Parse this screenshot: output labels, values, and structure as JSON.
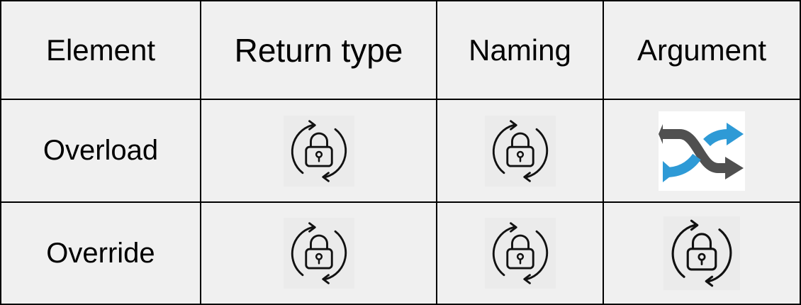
{
  "table": {
    "headers": [
      "Element",
      "Return type",
      "Naming",
      "Argument"
    ],
    "rows": [
      {
        "label": "Overload",
        "cells": [
          {
            "icon": "lock-cycle-icon"
          },
          {
            "icon": "lock-cycle-icon"
          },
          {
            "icon": "shuffle-arrows-icon"
          }
        ]
      },
      {
        "label": "Override",
        "cells": [
          {
            "icon": "lock-cycle-icon"
          },
          {
            "icon": "lock-cycle-icon"
          },
          {
            "icon": "lock-cycle-icon"
          }
        ]
      }
    ]
  },
  "colors": {
    "border": "#000000",
    "cell_background": "#f0f0f0",
    "shuffle_dark": "#505050",
    "shuffle_blue": "#2e9ad6"
  }
}
